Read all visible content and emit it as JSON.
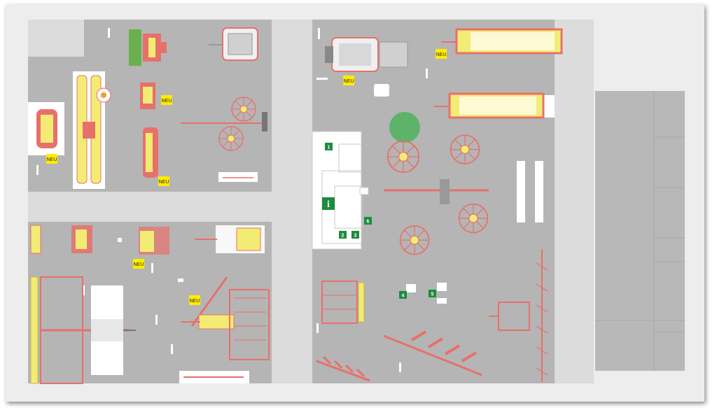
{
  "map": {
    "badge_label": "NEU",
    "info_symbol": "i",
    "markers": [
      "1",
      "2",
      "3",
      "4",
      "5",
      "6"
    ],
    "colors": {
      "background": "#ededed",
      "hall_floor": "#b5b5b5",
      "aisle": "#dcdcdc",
      "badge_fill": "#ffec00",
      "marker_green": "#1c8c3c",
      "machine_red": "#e8706b",
      "machine_yellow": "#f3ec74"
    }
  }
}
